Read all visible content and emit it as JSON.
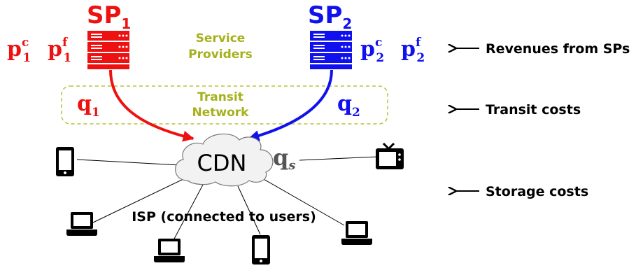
{
  "providers": {
    "sp1": {
      "label": "SP",
      "sub": "1",
      "color": "#ee1111",
      "price_c_base": "p",
      "price_c_sup": "c",
      "price_c_sub": "1",
      "price_f_base": "p",
      "price_f_sup": "f",
      "price_f_sub": "1",
      "transit_base": "q",
      "transit_sub": "1"
    },
    "sp2": {
      "label": "SP",
      "sub": "2",
      "color": "#1111ee",
      "price_c_base": "p",
      "price_c_sup": "c",
      "price_c_sub": "2",
      "price_f_base": "p",
      "price_f_sup": "f",
      "price_f_sub": "2",
      "transit_base": "q",
      "transit_sub": "2"
    }
  },
  "service_providers_line1": "Service",
  "service_providers_line2": "Providers",
  "transit_network_line1": "Transit",
  "transit_network_line2": "Network",
  "cdn_label": "CDN",
  "storage_cost_base": "q",
  "storage_cost_sub": "s",
  "isp_label": "ISP (connected to users)",
  "legend": {
    "revenues": "Revenues from SPs",
    "transit": "Transit costs",
    "storage": "Storage costs"
  },
  "colors": {
    "accent_text": "#a6b01a",
    "dash_box": "#b8c43a",
    "cdn_gray": "#555555"
  },
  "devices": [
    {
      "name": "tablet-icon-left"
    },
    {
      "name": "tv-icon"
    },
    {
      "name": "laptop-icon-left"
    },
    {
      "name": "laptop-icon-bottom"
    },
    {
      "name": "tablet-icon-bottom"
    },
    {
      "name": "laptop-icon-right"
    }
  ]
}
